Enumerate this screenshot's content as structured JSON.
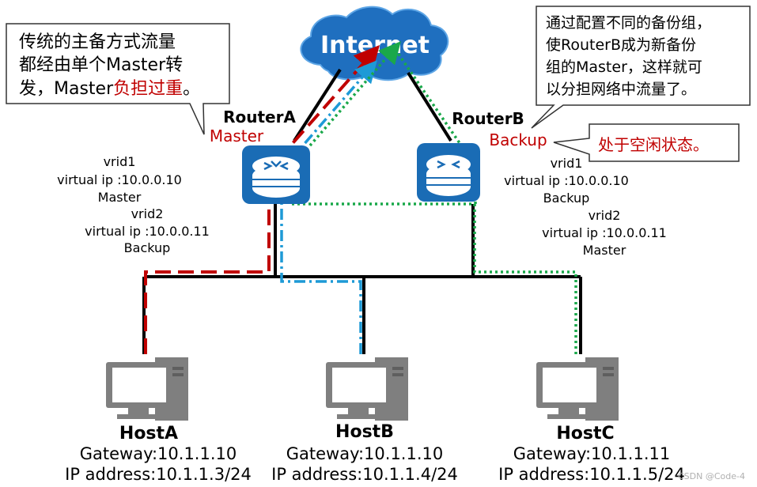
{
  "cloud": {
    "label": "Internet"
  },
  "notes": {
    "left": [
      "传统的主备方式流量",
      "都经由单个Master转",
      "发，Master",
      "负担过重",
      "。"
    ],
    "right": [
      "通过配置不同的备份组，",
      "使RouterB成为新备份",
      "组的Master，这样就可",
      "以分担网络中流量了。"
    ],
    "idle": "处于空闲状态。"
  },
  "routers": [
    {
      "name": "RouterA",
      "role": "Master",
      "vrrp": [
        "vrid1",
        "virtual ip :10.0.0.10",
        "Master",
        "vrid2",
        "virtual ip :10.0.0.11",
        "Backup"
      ]
    },
    {
      "name": "RouterB",
      "role": "Backup",
      "vrrp": [
        "vrid1",
        "virtual ip :10.0.0.10",
        "Backup",
        "vrid2",
        "virtual ip :10.0.0.11",
        "Master"
      ]
    }
  ],
  "hosts": [
    {
      "name": "HostA",
      "gateway": "Gateway:10.1.1.10",
      "ip": "IP address:10.1.1.3/24"
    },
    {
      "name": "HostB",
      "gateway": "Gateway:10.1.1.10",
      "ip": "IP address:10.1.1.4/24"
    },
    {
      "name": "HostC",
      "gateway": "Gateway:10.1.1.11",
      "ip": "IP address:10.1.1.5/24"
    }
  ],
  "watermark": "CSDN @Code-4",
  "colors": {
    "router_blue": "#1a6cb5",
    "cloud_blue": "#1f6fbf",
    "path_red": "#c00000",
    "path_blue": "#1e9ad6",
    "path_green": "#1aa84a",
    "role_red": "#c00000",
    "host_gray": "#7f7f7f"
  }
}
